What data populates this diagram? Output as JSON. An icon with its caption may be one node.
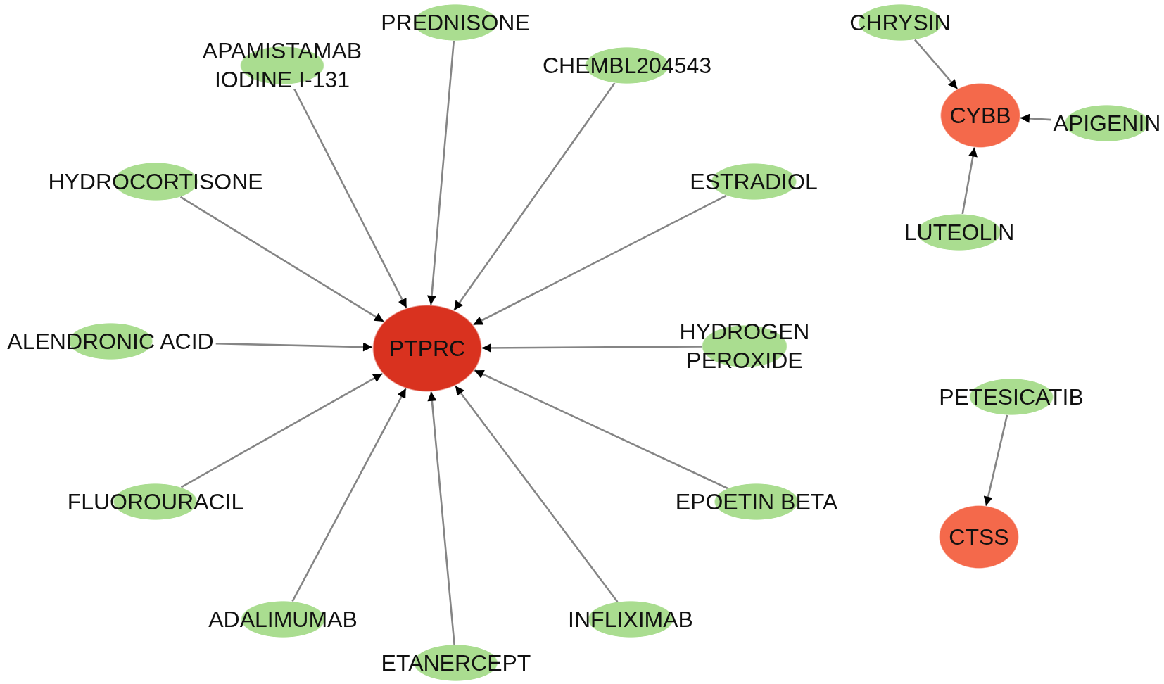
{
  "diagram": {
    "nodes": [
      {
        "text": [
          "PREDNISONE"
        ]
      },
      {
        "text": [
          "CHRYSIN"
        ]
      },
      {
        "text": [
          "APAMISTAMAB IODINE I-131"
        ]
      },
      {
        "text": [
          "CHEMBL204543"
        ]
      },
      {
        "text": [
          "CYBB"
        ]
      },
      {
        "text": [
          "APIGENIN"
        ]
      },
      {
        "text": [
          "HYDROCORTISONE"
        ]
      },
      {
        "text": [
          "ESTRADIOL"
        ]
      },
      {
        "text": [
          "LUTEOLIN"
        ]
      },
      {
        "text": [
          "ALENDRONIC ACID"
        ]
      },
      {
        "text": [
          "PTPRC"
        ]
      },
      {
        "text": [
          "HYDROGEN PEROXIDE"
        ]
      },
      {
        "text": [
          "PETESICATIB"
        ]
      },
      {
        "text": [
          "FLUOROURACIL"
        ]
      },
      {
        "text": [
          "EPOETIN BETA"
        ]
      },
      {
        "text": [
          "CTSS"
        ]
      },
      {
        "text": [
          "ADALIMUMAB"
        ]
      },
      {
        "text": [
          "INFLIXIMAB"
        ]
      },
      {
        "text": [
          "ETANERCEPT"
        ]
      }
    ],
    "edges": [
      {
        "from": 2,
        "to": 10,
        "arrow": "to"
      },
      {
        "from": 0,
        "to": 10,
        "arrow": "to"
      },
      {
        "from": 3,
        "to": 10,
        "arrow": "to"
      },
      {
        "from": 6,
        "to": 10,
        "arrow": "to"
      },
      {
        "from": 7,
        "to": 10,
        "arrow": "to"
      },
      {
        "from": 9,
        "to": 10,
        "arrow": "to"
      },
      {
        "from": 11,
        "to": 10,
        "arrow": "to"
      },
      {
        "from": 13,
        "to": 10,
        "arrow": "to"
      },
      {
        "from": 14,
        "to": 10,
        "arrow": "to"
      },
      {
        "from": 16,
        "to": 10,
        "arrow": "to"
      },
      {
        "from": 18,
        "to": 10,
        "arrow": "to"
      },
      {
        "from": 17,
        "to": 10,
        "arrow": "to"
      },
      {
        "from": 1,
        "to": 4,
        "arrow": "to"
      },
      {
        "from": 5,
        "to": 4,
        "arrow": "to"
      },
      {
        "from": 8,
        "to": 4,
        "arrow": "to"
      },
      {
        "from": 12,
        "to": 15,
        "arrow": "to"
      }
    ]
  }
}
